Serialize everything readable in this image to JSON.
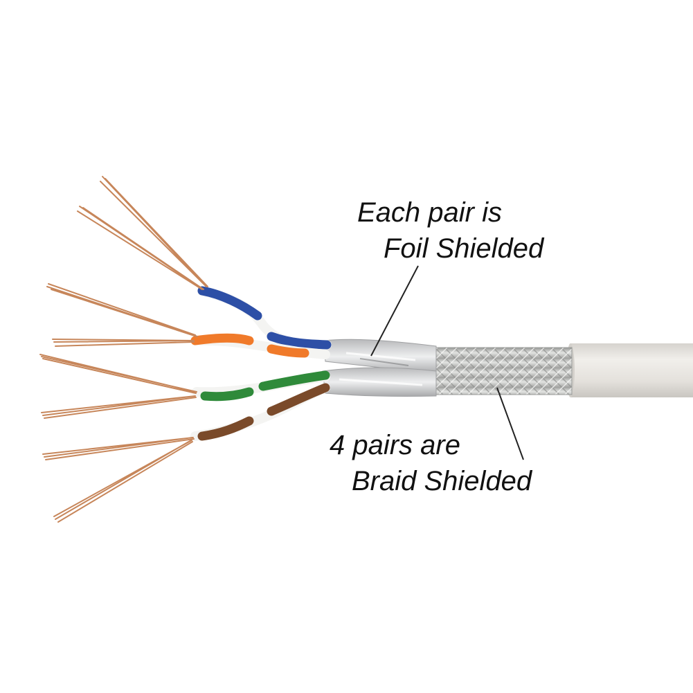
{
  "callouts": {
    "foil": {
      "line1": "Each pair is",
      "line2": "Foil Shielded"
    },
    "braid": {
      "line1": "4 pairs are",
      "line2": "Braid Shielded"
    }
  },
  "colors": {
    "background": "#ffffff",
    "jacket": "#e6e3de",
    "braid": "#c9cac8",
    "foil": "#d9dadb",
    "copper": "#c7865a",
    "pair_blue": "#2d4fa6",
    "pair_orange": "#f07a2a",
    "pair_green": "#2f8a3a",
    "pair_brown": "#7a4a2a",
    "pair_white": "#f4f4f2",
    "leader_line": "#222222"
  }
}
